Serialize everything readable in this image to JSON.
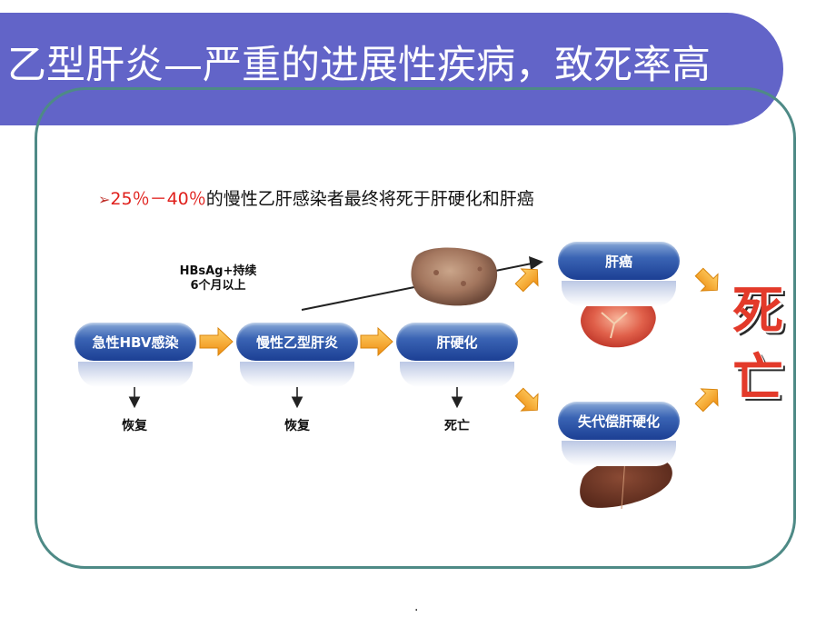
{
  "title": "乙型肝炎—严重的进展性疾病，致死率高",
  "bullet": {
    "arrow": "➢",
    "percent_range": "25％－40％",
    "text": "的慢性乙肝感染者最终将死于肝硬化和肝癌"
  },
  "flow": {
    "note_line1": "HBsAg+持续",
    "note_line2": "6个月以上",
    "stage_acute": "急性HBV感染",
    "stage_chronic": "慢性乙型肝炎",
    "stage_cirrhosis": "肝硬化",
    "stage_cancer": "肝癌",
    "stage_decomp": "失代偿肝硬化",
    "outcome_acute": "恢复",
    "outcome_chronic": "恢复",
    "outcome_cirrhosis": "死亡",
    "death_char1": "死",
    "death_char2": "亡"
  },
  "footer_dot": ".",
  "colors": {
    "title_bar": "#6264c8",
    "frame": "#4e8a86",
    "pill": "#2a52a8",
    "orange_arrow": "#f5a524",
    "death_red": "#e33a2a"
  }
}
